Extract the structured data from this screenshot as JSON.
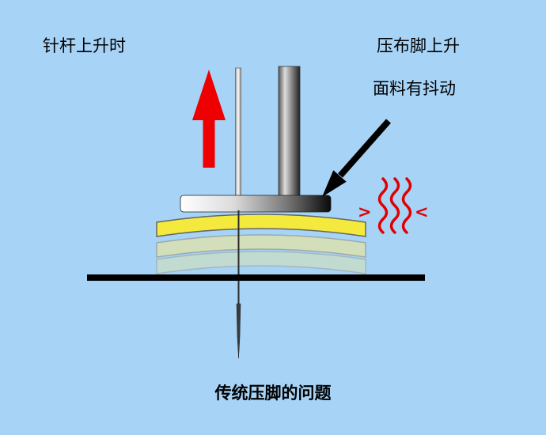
{
  "labels": {
    "needle_bar_rising": "针杆上升时",
    "presser_foot_rising": "压布脚上升",
    "fabric_shaking": "面料有抖动",
    "caption": "传统压脚的问题"
  },
  "vibration": {
    "left_mark": ">",
    "right_mark": "<"
  },
  "colors": {
    "background": "#a7d3f7",
    "arrow_red": "#ef0000",
    "vibration_red": "#e00000",
    "fabric_yellow": "#f4ea3d",
    "ink_black": "#000000"
  }
}
